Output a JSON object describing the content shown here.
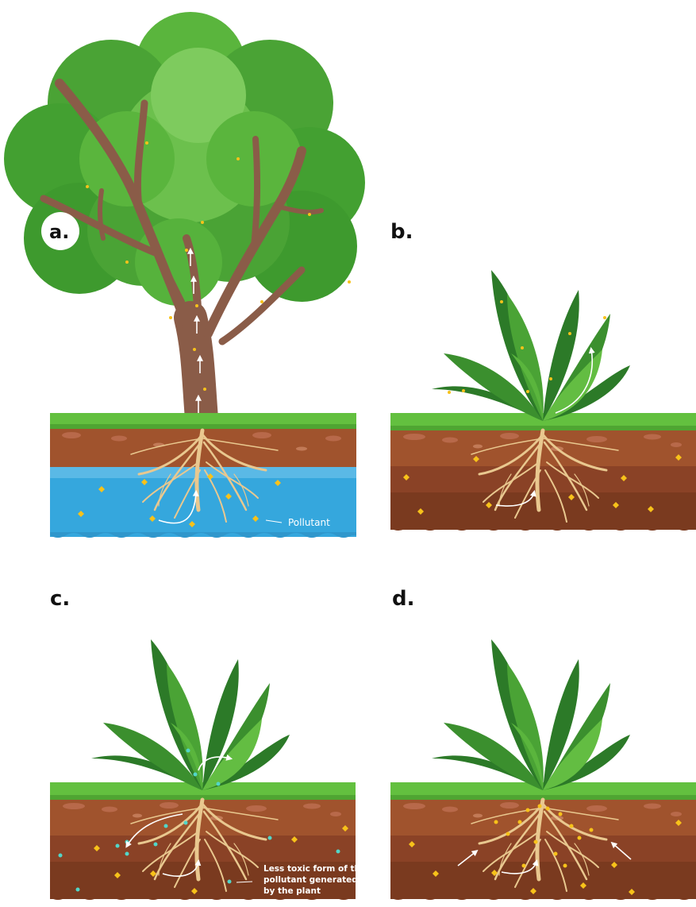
{
  "panels": {
    "a": {
      "letter": "a.",
      "annotation": "Pollutant"
    },
    "b": {
      "letter": "b."
    },
    "c": {
      "letter": "c.",
      "annotation_lines": [
        "Less toxic form of the",
        "pollutant generated",
        "by the plant"
      ]
    },
    "d": {
      "letter": "d."
    }
  },
  "colors": {
    "soil": "#8a4226",
    "soil_dark": "#6e3218",
    "topsoil": "#a0532d",
    "grass": "#63c03f",
    "water": "#35a7dd",
    "leaf_light": "#5ab53d",
    "leaf_dark": "#2c7a28",
    "root": "#e9c88f",
    "pollutant": "#f7c21a",
    "less_toxic": "#52d6c8",
    "trunk": "#8a5c48"
  }
}
